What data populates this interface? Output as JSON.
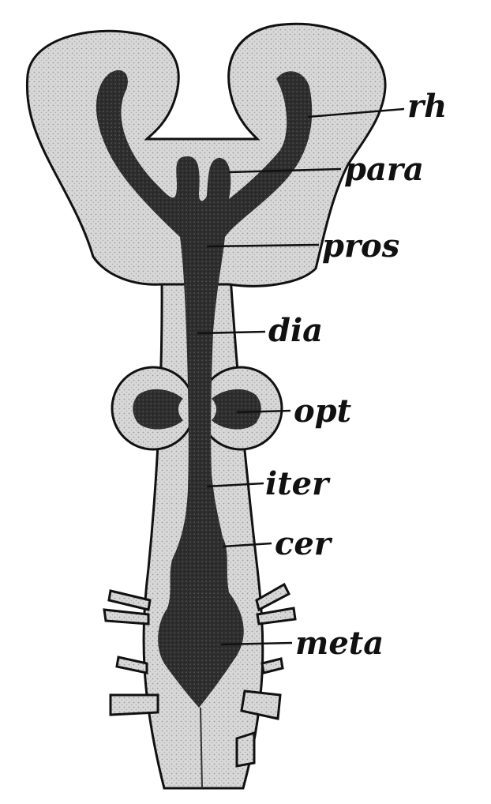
{
  "figure": {
    "labels": {
      "rh": "rh",
      "para": "para",
      "pros": "pros",
      "dia": "dia",
      "opt": "opt",
      "iter": "iter",
      "cer": "cer",
      "meta": "meta"
    },
    "colors": {
      "tissue": "#d6d6d6",
      "cavity": "#2c2c2c",
      "ink": "#111111",
      "background": "#ffffff"
    }
  }
}
